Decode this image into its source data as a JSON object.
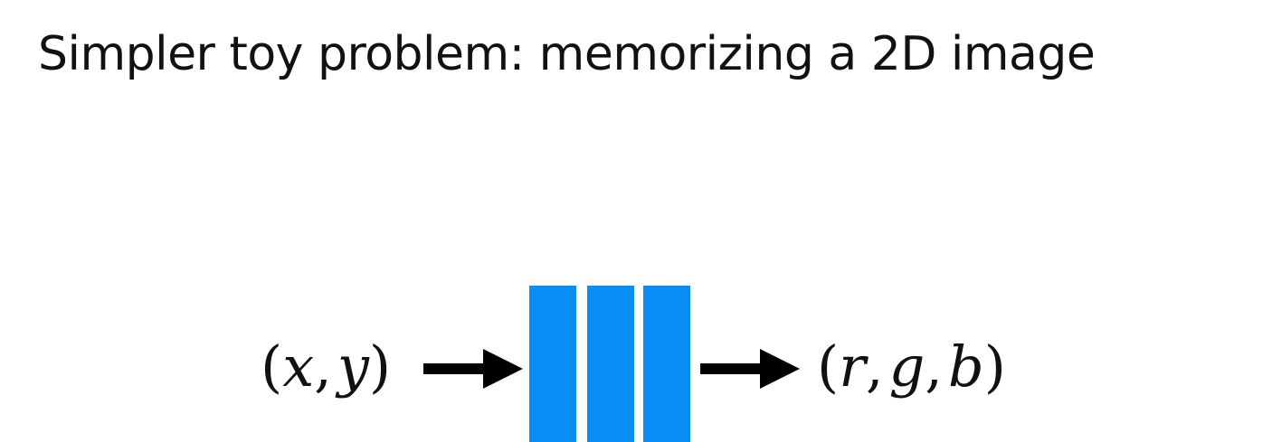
{
  "slide": {
    "title": "Simpler toy problem: memorizing a 2D image"
  },
  "diagram": {
    "input": {
      "open": "(",
      "vars": [
        "x",
        "y"
      ],
      "separator": ",",
      "close": ")"
    },
    "output": {
      "open": "(",
      "vars": [
        "r",
        "g",
        "b"
      ],
      "separator": ",",
      "close": ")"
    },
    "network": {
      "layer_count": 3,
      "color": "#0a8cf5"
    },
    "arrow_color": "#000000"
  }
}
